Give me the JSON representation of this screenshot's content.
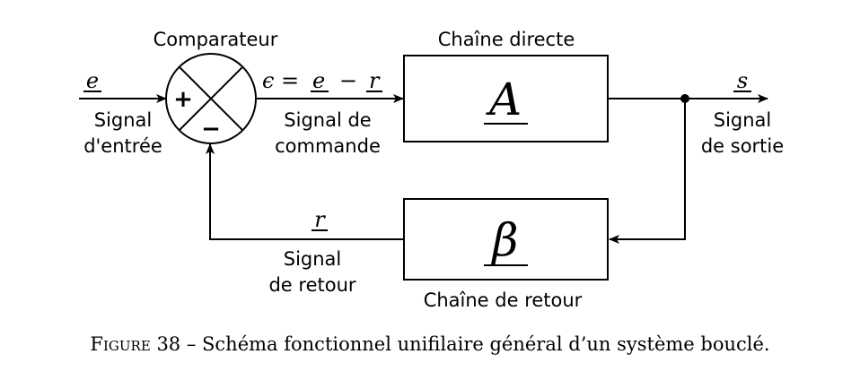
{
  "comparator": {
    "title": "Comparateur",
    "plus": "+",
    "minus": "−"
  },
  "input": {
    "symbol": "e",
    "label_lines": [
      "Signal",
      "d'entrée"
    ]
  },
  "command": {
    "eq_lhs": "ϵ",
    "eq_eq": "=",
    "eq_e": "e",
    "eq_minus": "−",
    "eq_r": "r",
    "label_lines": [
      "Signal de",
      "commande"
    ]
  },
  "direct_chain": {
    "title": "Chaîne directe",
    "symbol": "A"
  },
  "output": {
    "symbol": "s",
    "label_lines": [
      "Signal",
      "de sortie"
    ]
  },
  "feedback_chain": {
    "title": "Chaîne de retour",
    "symbol": "β"
  },
  "feedback_signal": {
    "symbol": "r",
    "label_lines": [
      "Signal",
      "de retour"
    ]
  },
  "caption": {
    "label": "Figure 38",
    "separator": " – ",
    "text": "Schéma fonctionnel unifilaire général d’un système bouclé."
  }
}
